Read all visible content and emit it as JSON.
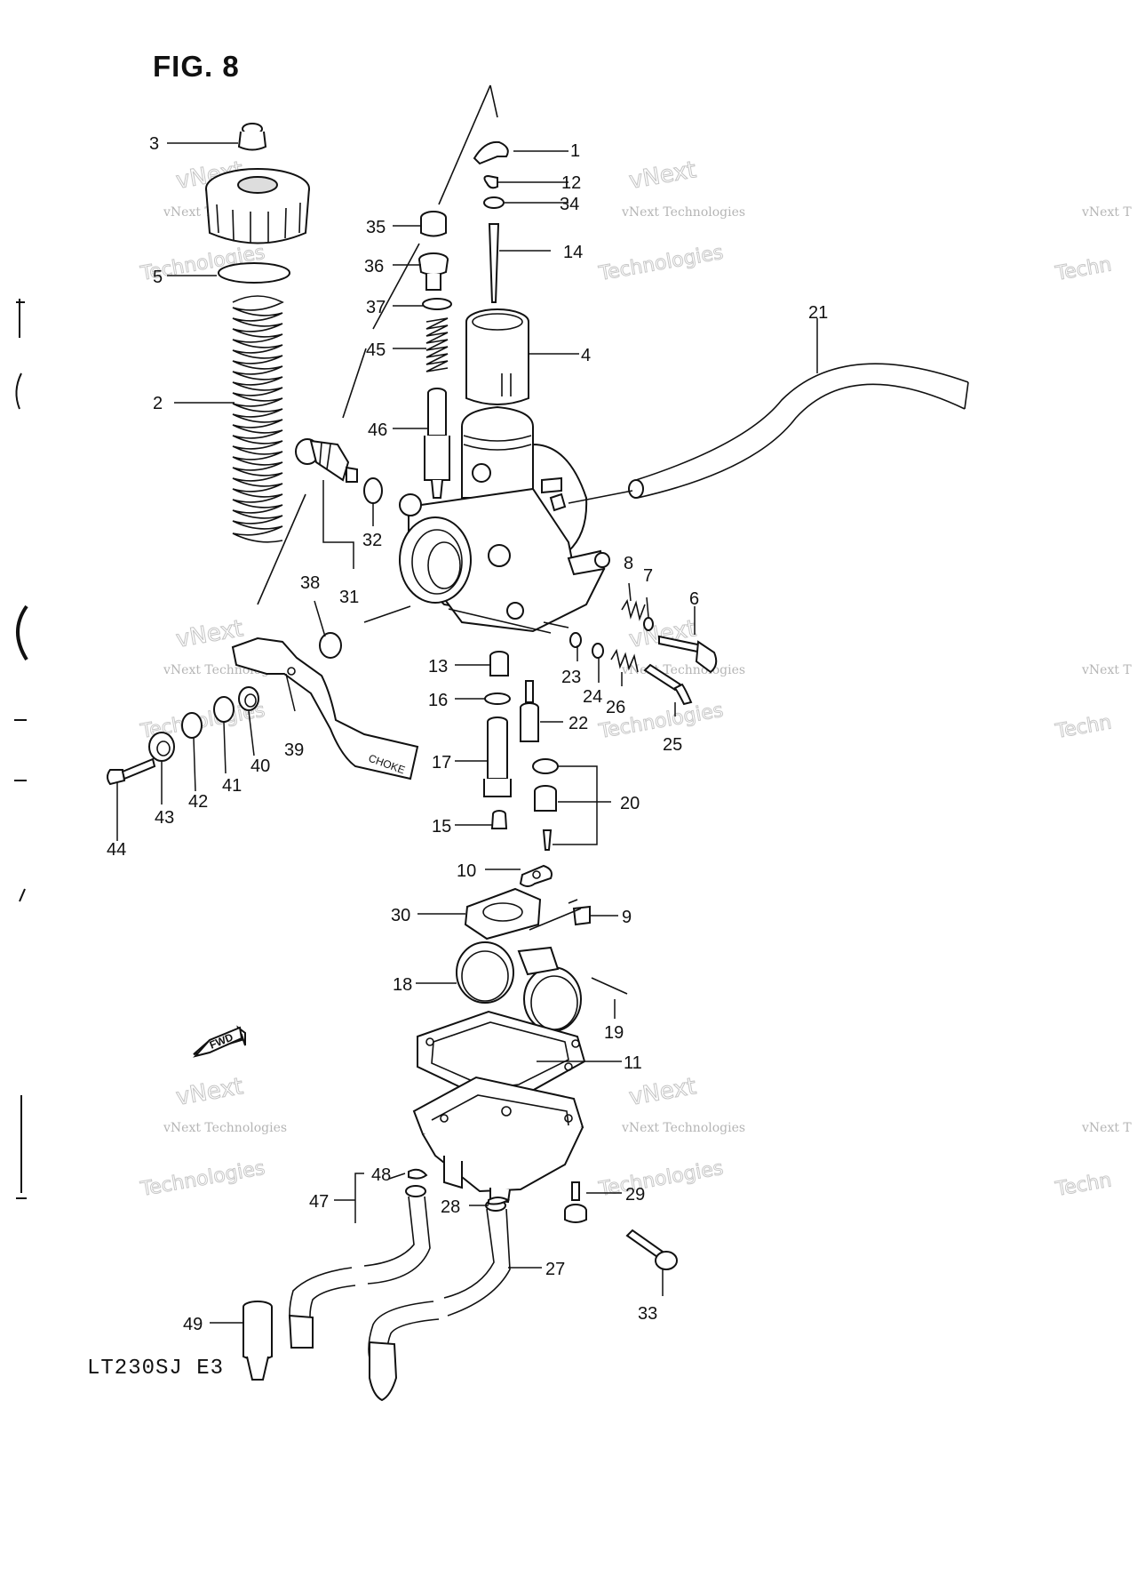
{
  "figure": {
    "title": "FIG. 8",
    "model_code": "LT230SJ  E3",
    "fwd_label": "FWD",
    "choke_label": "CHOKE"
  },
  "watermark": {
    "brand": "vNext",
    "line1": "vNext Technologies",
    "line2": "Technologies",
    "partial1": "vNext T",
    "partial2": "Techn"
  },
  "callouts": [
    {
      "id": "1",
      "label": "1"
    },
    {
      "id": "2",
      "label": "2"
    },
    {
      "id": "3",
      "label": "3"
    },
    {
      "id": "4",
      "label": "4"
    },
    {
      "id": "5",
      "label": "5"
    },
    {
      "id": "6",
      "label": "6"
    },
    {
      "id": "7",
      "label": "7"
    },
    {
      "id": "8",
      "label": "8"
    },
    {
      "id": "9",
      "label": "9"
    },
    {
      "id": "10",
      "label": "10"
    },
    {
      "id": "11",
      "label": "11"
    },
    {
      "id": "12",
      "label": "12"
    },
    {
      "id": "13",
      "label": "13"
    },
    {
      "id": "14",
      "label": "14"
    },
    {
      "id": "15",
      "label": "15"
    },
    {
      "id": "16",
      "label": "16"
    },
    {
      "id": "17",
      "label": "17"
    },
    {
      "id": "18",
      "label": "18"
    },
    {
      "id": "19",
      "label": "19"
    },
    {
      "id": "20",
      "label": "20"
    },
    {
      "id": "21",
      "label": "21"
    },
    {
      "id": "22",
      "label": "22"
    },
    {
      "id": "23",
      "label": "23"
    },
    {
      "id": "24",
      "label": "24"
    },
    {
      "id": "25",
      "label": "25"
    },
    {
      "id": "26",
      "label": "26"
    },
    {
      "id": "27",
      "label": "27"
    },
    {
      "id": "28",
      "label": "28"
    },
    {
      "id": "29",
      "label": "29"
    },
    {
      "id": "30",
      "label": "30"
    },
    {
      "id": "31",
      "label": "31"
    },
    {
      "id": "32",
      "label": "32"
    },
    {
      "id": "33",
      "label": "33"
    },
    {
      "id": "34",
      "label": "34"
    },
    {
      "id": "35",
      "label": "35"
    },
    {
      "id": "36",
      "label": "36"
    },
    {
      "id": "37",
      "label": "37"
    },
    {
      "id": "38",
      "label": "38"
    },
    {
      "id": "39",
      "label": "39"
    },
    {
      "id": "40",
      "label": "40"
    },
    {
      "id": "41",
      "label": "41"
    },
    {
      "id": "42",
      "label": "42"
    },
    {
      "id": "43",
      "label": "43"
    },
    {
      "id": "44",
      "label": "44"
    },
    {
      "id": "45",
      "label": "45"
    },
    {
      "id": "46",
      "label": "46"
    },
    {
      "id": "47",
      "label": "47"
    },
    {
      "id": "48",
      "label": "48"
    },
    {
      "id": "49",
      "label": "49"
    }
  ]
}
